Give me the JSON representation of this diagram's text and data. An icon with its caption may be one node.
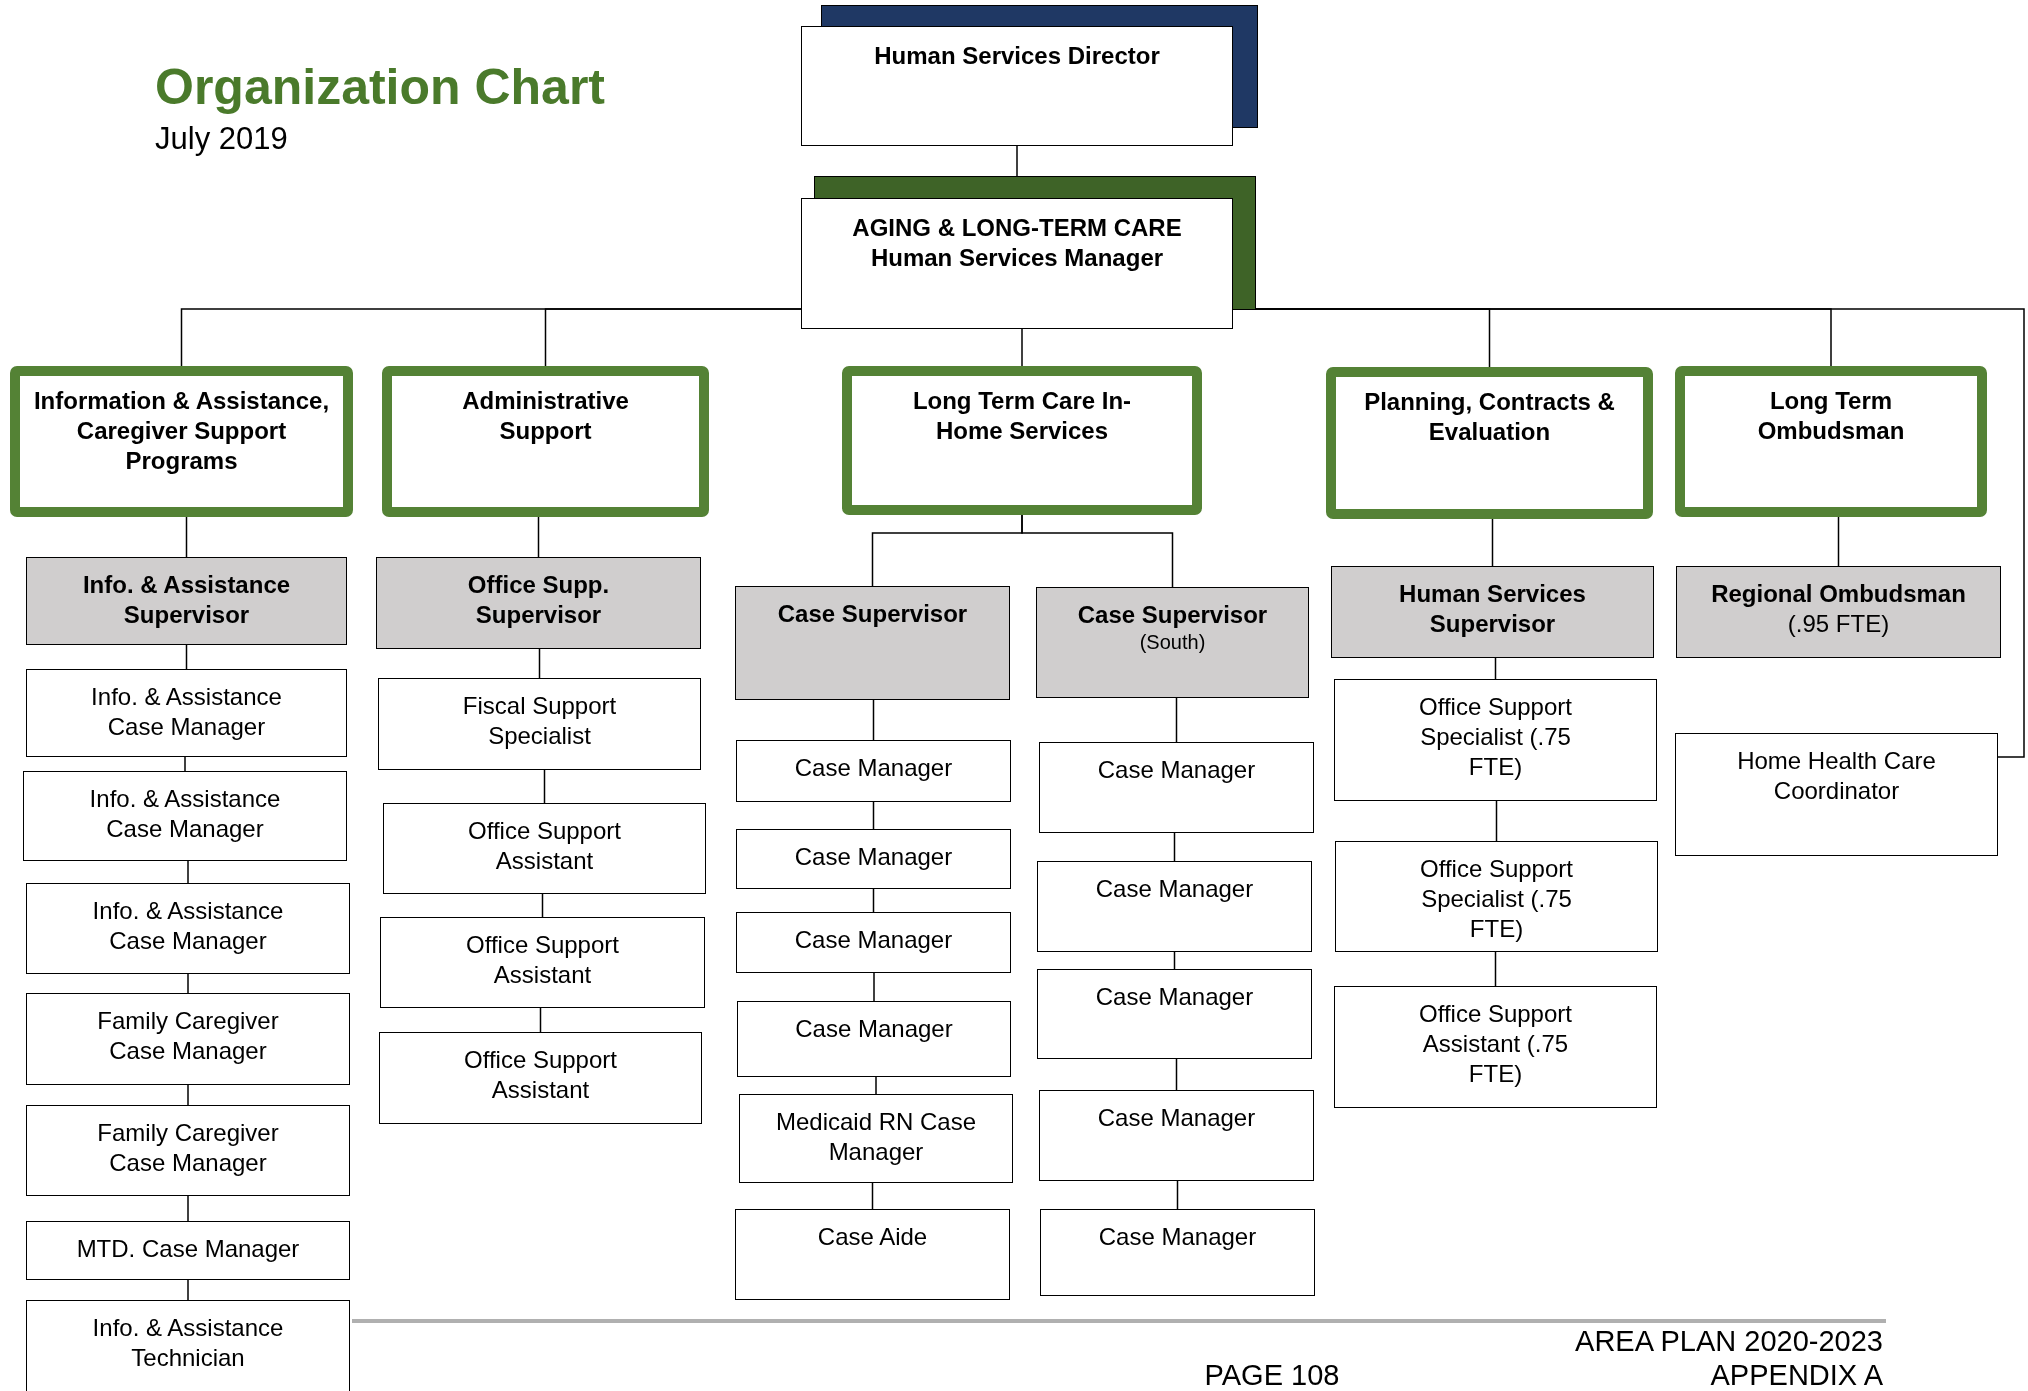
{
  "diagram": {
    "title": "Organization Chart",
    "nodes": [
      {
        "text": [
          "Human Services Director"
        ]
      },
      {
        "text": [
          "AGING & LONG-TERM CARE",
          "Human Services Manager"
        ]
      },
      {
        "text": [
          "Information & Assistance, Caregiver Support Programs"
        ]
      },
      {
        "text": [
          "Administrative Support"
        ]
      },
      {
        "text": [
          "Long Term Care In-Home Services"
        ]
      },
      {
        "text": [
          "Planning, Contracts & Evaluation"
        ]
      },
      {
        "text": [
          "Long Term Ombudsman"
        ]
      },
      {
        "text": [
          "Info. & Assistance Supervisor"
        ]
      },
      {
        "text": [
          "Info. & Assistance Case Manager"
        ]
      },
      {
        "text": [
          "Info. & Assistance Case Manager"
        ]
      },
      {
        "text": [
          "Info. & Assistance Case Manager"
        ]
      },
      {
        "text": [
          "Family Caregiver Case Manager"
        ]
      },
      {
        "text": [
          "Family Caregiver Case Manager"
        ]
      },
      {
        "text": [
          "MTD. Case Manager"
        ]
      },
      {
        "text": [
          "Info. & Assistance Technician"
        ]
      },
      {
        "text": [
          "Office Supp. Supervisor"
        ]
      },
      {
        "text": [
          "Fiscal Support Specialist"
        ]
      },
      {
        "text": [
          "Office Support Assistant"
        ]
      },
      {
        "text": [
          "Office Support Assistant"
        ]
      },
      {
        "text": [
          "Office Support Assistant"
        ]
      },
      {
        "text": [
          "Case Supervisor"
        ]
      },
      {
        "text": [
          "Case Manager"
        ]
      },
      {
        "text": [
          "Case Manager"
        ]
      },
      {
        "text": [
          "Case Manager"
        ]
      },
      {
        "text": [
          "Case Manager"
        ]
      },
      {
        "text": [
          "Medicaid RN Case Manager"
        ]
      },
      {
        "text": [
          "Case Aide"
        ]
      },
      {
        "text": [
          "Case Supervisor",
          "(South)"
        ]
      },
      {
        "text": [
          "Case Manager"
        ]
      },
      {
        "text": [
          "Case Manager"
        ]
      },
      {
        "text": [
          "Case Manager"
        ]
      },
      {
        "text": [
          "Case Manager"
        ]
      },
      {
        "text": [
          "Case Manager"
        ]
      },
      {
        "text": [
          "Human Services Supervisor"
        ]
      },
      {
        "text": [
          "Office Support Specialist (.75 FTE)"
        ]
      },
      {
        "text": [
          "Office Support Specialist (.75 FTE)"
        ]
      },
      {
        "text": [
          "Office Support Assistant (.75 FTE)"
        ]
      },
      {
        "text": [
          "Regional Ombudsman",
          "(.95 FTE)"
        ]
      },
      {
        "text": [
          "Home Health Care Coordinator"
        ]
      }
    ],
    "edges": [
      {
        "from": 0,
        "to": 1,
        "arrow": "none"
      },
      {
        "from": 1,
        "to": 2,
        "arrow": "none"
      },
      {
        "from": 1,
        "to": 3,
        "arrow": "none"
      },
      {
        "from": 1,
        "to": 4,
        "arrow": "none"
      },
      {
        "from": 1,
        "to": 5,
        "arrow": "none"
      },
      {
        "from": 1,
        "to": 6,
        "arrow": "none"
      },
      {
        "from": 1,
        "to": 38,
        "arrow": "none"
      },
      {
        "from": 2,
        "to": 7,
        "arrow": "none"
      },
      {
        "from": 7,
        "to": 8,
        "arrow": "none"
      },
      {
        "from": 8,
        "to": 9,
        "arrow": "none"
      },
      {
        "from": 9,
        "to": 10,
        "arrow": "none"
      },
      {
        "from": 10,
        "to": 11,
        "arrow": "none"
      },
      {
        "from": 11,
        "to": 12,
        "arrow": "none"
      },
      {
        "from": 12,
        "to": 13,
        "arrow": "none"
      },
      {
        "from": 13,
        "to": 14,
        "arrow": "none"
      },
      {
        "from": 3,
        "to": 15,
        "arrow": "none"
      },
      {
        "from": 15,
        "to": 16,
        "arrow": "none"
      },
      {
        "from": 16,
        "to": 17,
        "arrow": "none"
      },
      {
        "from": 17,
        "to": 18,
        "arrow": "none"
      },
      {
        "from": 18,
        "to": 19,
        "arrow": "none"
      },
      {
        "from": 4,
        "to": 20,
        "arrow": "none"
      },
      {
        "from": 4,
        "to": 27,
        "arrow": "none"
      },
      {
        "from": 20,
        "to": 21,
        "arrow": "none"
      },
      {
        "from": 21,
        "to": 22,
        "arrow": "none"
      },
      {
        "from": 22,
        "to": 23,
        "arrow": "none"
      },
      {
        "from": 23,
        "to": 24,
        "arrow": "none"
      },
      {
        "from": 24,
        "to": 25,
        "arrow": "none"
      },
      {
        "from": 25,
        "to": 26,
        "arrow": "none"
      },
      {
        "from": 27,
        "to": 28,
        "arrow": "none"
      },
      {
        "from": 28,
        "to": 29,
        "arrow": "none"
      },
      {
        "from": 29,
        "to": 30,
        "arrow": "none"
      },
      {
        "from": 30,
        "to": 31,
        "arrow": "none"
      },
      {
        "from": 31,
        "to": 32,
        "arrow": "none"
      },
      {
        "from": 5,
        "to": 33,
        "arrow": "none"
      },
      {
        "from": 33,
        "to": 34,
        "arrow": "none"
      },
      {
        "from": 34,
        "to": 35,
        "arrow": "none"
      },
      {
        "from": 35,
        "to": 36,
        "arrow": "none"
      },
      {
        "from": 6,
        "to": 37,
        "arrow": "none"
      }
    ],
    "labels": [
      "July 2019",
      "AREA PLAN 2020-2023",
      "PAGE 108",
      "APPENDIX A"
    ]
  }
}
